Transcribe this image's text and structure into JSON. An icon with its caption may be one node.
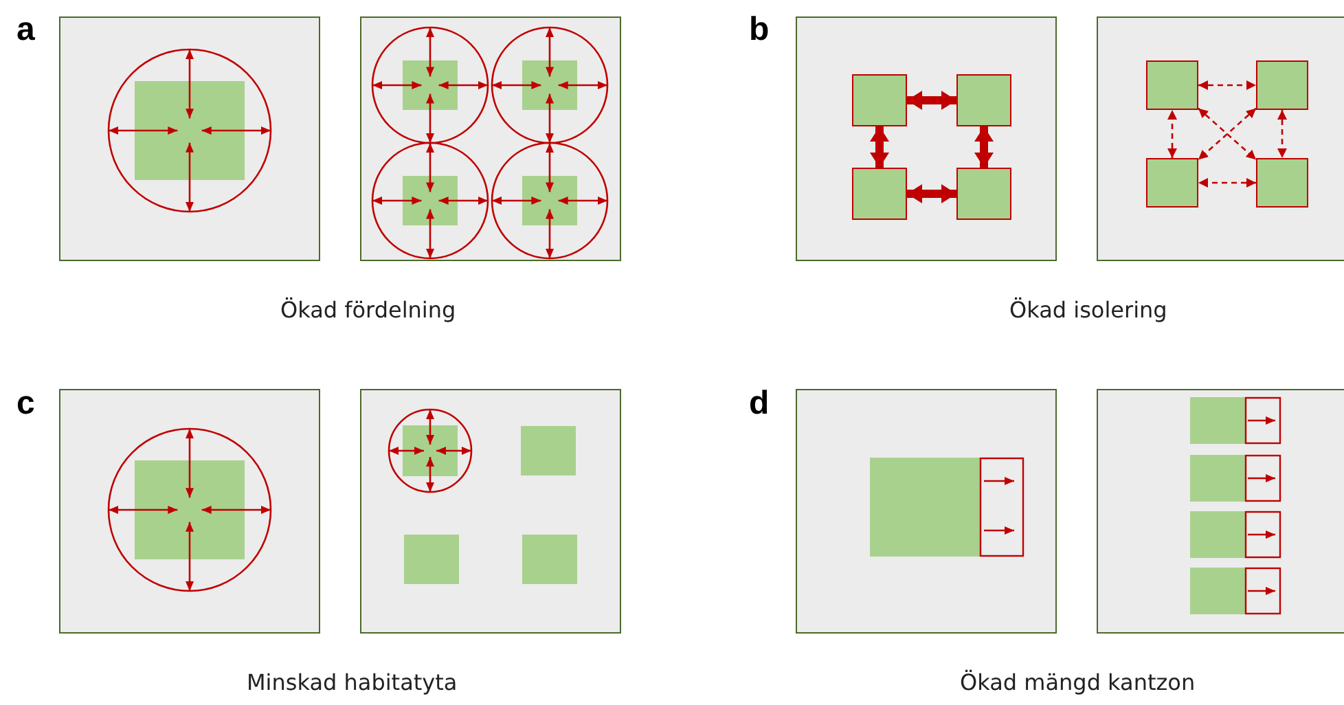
{
  "diagram": {
    "nodes": [
      {
        "text": [],
        "shape": "box"
      },
      {
        "text": [],
        "shape": "box"
      },
      {
        "text": [],
        "shape": "box"
      },
      {
        "text": [],
        "shape": "box"
      },
      {
        "text": [],
        "shape": "box"
      },
      {
        "text": [],
        "shape": "box"
      },
      {
        "text": [],
        "shape": "box"
      },
      {
        "text": [],
        "shape": "box"
      }
    ],
    "edges": [
      {
        "from": 0,
        "to": 1,
        "arrow": "both",
        "style": "thick"
      },
      {
        "from": 1,
        "to": 3,
        "arrow": "both",
        "style": "thick"
      },
      {
        "from": 3,
        "to": 2,
        "arrow": "both",
        "style": "thick"
      },
      {
        "from": 2,
        "to": 0,
        "arrow": "both",
        "style": "thick"
      },
      {
        "from": 4,
        "to": 5,
        "arrow": "both",
        "style": "dashed"
      },
      {
        "from": 5,
        "to": 7,
        "arrow": "both",
        "style": "dashed"
      },
      {
        "from": 7,
        "to": 6,
        "arrow": "both",
        "style": "dashed"
      },
      {
        "from": 6,
        "to": 4,
        "arrow": "both",
        "style": "dashed"
      },
      {
        "from": 4,
        "to": 7,
        "arrow": "both",
        "style": "dashed"
      },
      {
        "from": 5,
        "to": 6,
        "arrow": "both",
        "style": "dashed"
      }
    ],
    "labels": [
      "a",
      "Ökad fördelning",
      "b",
      "Ökad isolering",
      "c",
      "Minskad habitatyta",
      "d",
      "Ökad mängd kantzon"
    ]
  }
}
